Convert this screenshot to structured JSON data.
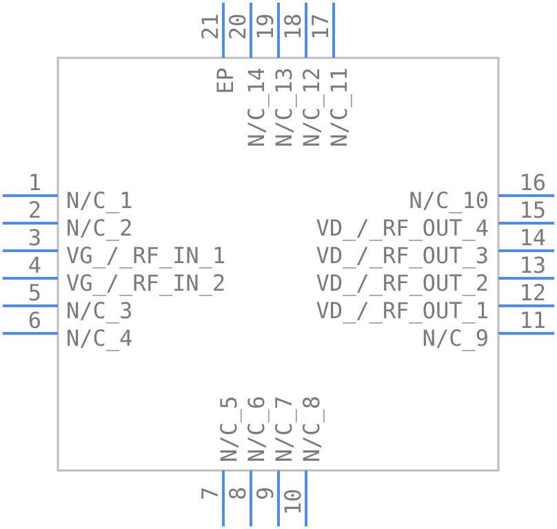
{
  "component": {
    "left_pins": [
      {
        "number": "1",
        "name": "N/C_1"
      },
      {
        "number": "2",
        "name": "N/C_2"
      },
      {
        "number": "3",
        "name": "VG_/_RF_IN_1"
      },
      {
        "number": "4",
        "name": "VG_/_RF_IN_2"
      },
      {
        "number": "5",
        "name": "N/C_3"
      },
      {
        "number": "6",
        "name": "N/C_4"
      }
    ],
    "right_pins": [
      {
        "number": "16",
        "name": "N/C_10"
      },
      {
        "number": "15",
        "name": "VD_/_RF_OUT_4"
      },
      {
        "number": "14",
        "name": "VD_/_RF_OUT_3"
      },
      {
        "number": "13",
        "name": "VD_/_RF_OUT_2"
      },
      {
        "number": "12",
        "name": "VD_/_RF_OUT_1"
      },
      {
        "number": "11",
        "name": "N/C_9"
      }
    ],
    "top_pins": [
      {
        "number": "21",
        "name": ""
      },
      {
        "number": "20",
        "name": "EP"
      },
      {
        "number": "19",
        "name": "N/C_14"
      },
      {
        "number": "18",
        "name": "N/C_13"
      },
      {
        "number": "17",
        "name": "N/C_12"
      },
      {
        "number": "",
        "name": "N/C_11"
      }
    ],
    "bottom_pins": [
      {
        "number": "7",
        "name": "N/C_5"
      },
      {
        "number": "8",
        "name": "N/C_6"
      },
      {
        "number": "9",
        "name": "N/C_7"
      },
      {
        "number": "10",
        "name": "N/C_8"
      }
    ]
  },
  "colors": {
    "pin": "#4a8df0",
    "body_outline": "#bdbdbd",
    "text": "#7a7a7a"
  }
}
